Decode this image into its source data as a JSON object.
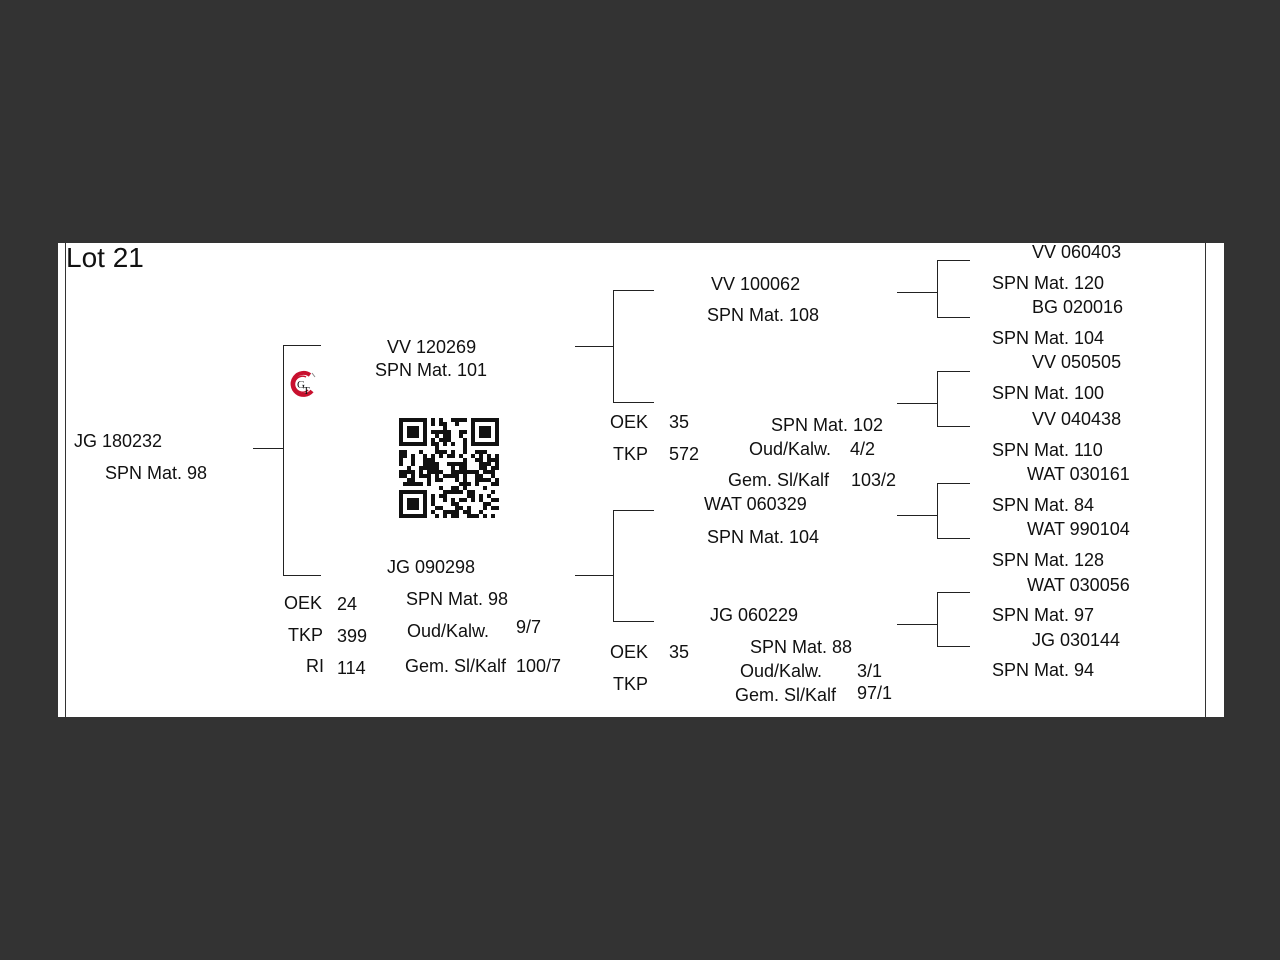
{
  "lot": "Lot 21",
  "subject": {
    "id": "JG  180232",
    "spn": "SPN Mat. 98"
  },
  "sire": {
    "id": "VV  120269",
    "spn": "SPN Mat. 101",
    "oek_label": "OEK",
    "oek": "35",
    "tkp_label": "TKP",
    "tkp": "572",
    "dam_spn": "SPN Mat. 102",
    "oud_label": "Oud/Kalw.",
    "oud": "4/2",
    "gem_label": "Gem. Sl/Kalf",
    "gem": "103/2"
  },
  "dam": {
    "id": "JG  090298",
    "spn": "SPN Mat. 98",
    "oek_label": "OEK",
    "oek": "24",
    "tkp_label": "TKP",
    "tkp": "399",
    "ri_label": "RI",
    "ri": "114",
    "oud_label": "Oud/Kalw.",
    "oud": "9/7",
    "gem_label": "Gem. Sl/Kalf",
    "gem": "100/7"
  },
  "grand": {
    "ss": {
      "id": "VV  100062",
      "spn": "SPN Mat. 108"
    },
    "sd": {
      "id": "WAT 060329",
      "spn": "SPN Mat. 104"
    },
    "ds": {
      "id": "JG  060229",
      "spn": "SPN Mat. 88",
      "oek_label": "OEK",
      "oek": "35",
      "tkp_label": "TKP",
      "oud_label": "Oud/Kalw.",
      "oud": "3/1",
      "gem_label": "Gem. Sl/Kalf",
      "gem": "97/1"
    }
  },
  "great": [
    {
      "id": "VV  060403",
      "spn": "SPN Mat. 120"
    },
    {
      "id": "BG  020016",
      "spn": "SPN Mat. 104"
    },
    {
      "id": "VV  050505",
      "spn": "SPN Mat. 100"
    },
    {
      "id": "VV  040438",
      "spn": "SPN Mat. 110"
    },
    {
      "id": "WAT 030161",
      "spn": "SPN Mat. 84"
    },
    {
      "id": "WAT 990104",
      "spn": "SPN Mat. 128"
    },
    {
      "id": "WAT 030056",
      "spn": "SPN Mat. 97"
    },
    {
      "id": "JG  030144",
      "spn": "SPN Mat. 94"
    }
  ],
  "icons": {
    "logo": "gt-logo-icon",
    "qr": "qr-code-icon"
  },
  "colors": {
    "background": "#333333",
    "paper": "#ffffff",
    "logo_red": "#c8102e"
  }
}
